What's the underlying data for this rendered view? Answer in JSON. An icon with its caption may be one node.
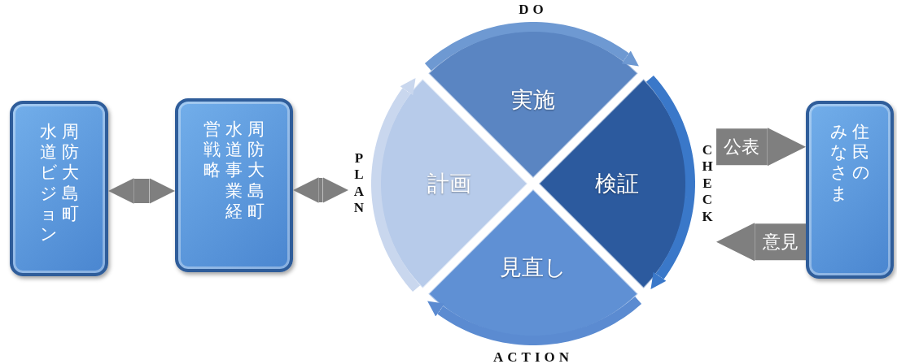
{
  "diagram": {
    "nodes": [
      {
        "text": [
          "周防大島町水道ビジョン"
        ]
      },
      {
        "text": [
          "周防大島町水道事業経営戦略"
        ]
      },
      {
        "text": [
          "計画"
        ],
        "beside": [
          "PLAN"
        ]
      },
      {
        "text": [
          "実施"
        ],
        "beside": [
          "DO"
        ]
      },
      {
        "text": [
          "検証"
        ],
        "beside": [
          "CHECK"
        ]
      },
      {
        "text": [
          "見直し"
        ],
        "beside": [
          "ACTION"
        ]
      },
      {
        "text": [
          "住民のみなさま"
        ]
      }
    ],
    "edges": [
      {
        "from": 0,
        "to": 1,
        "arrow": "both",
        "style": "thick",
        "color": "#7f7f7f"
      },
      {
        "from": 1,
        "to": 2,
        "arrow": "both",
        "style": "thick",
        "color": "#7f7f7f"
      },
      {
        "from": 2,
        "to": 3,
        "arrow": "to",
        "color": "#c9d7ee"
      },
      {
        "from": 3,
        "to": 4,
        "arrow": "to",
        "color": "#6e99d2"
      },
      {
        "from": 4,
        "to": 5,
        "arrow": "to",
        "color": "#3a78c9"
      },
      {
        "from": 5,
        "to": 2,
        "arrow": "to",
        "color": "#5b8bd1"
      },
      {
        "from": 4,
        "to": 6,
        "arrow": "to",
        "label": "公表",
        "style": "thick",
        "color": "#7f7f7f"
      },
      {
        "from": 6,
        "to": 4,
        "arrow": "to",
        "label": "意見",
        "style": "thick",
        "color": "#7f7f7f"
      }
    ]
  }
}
